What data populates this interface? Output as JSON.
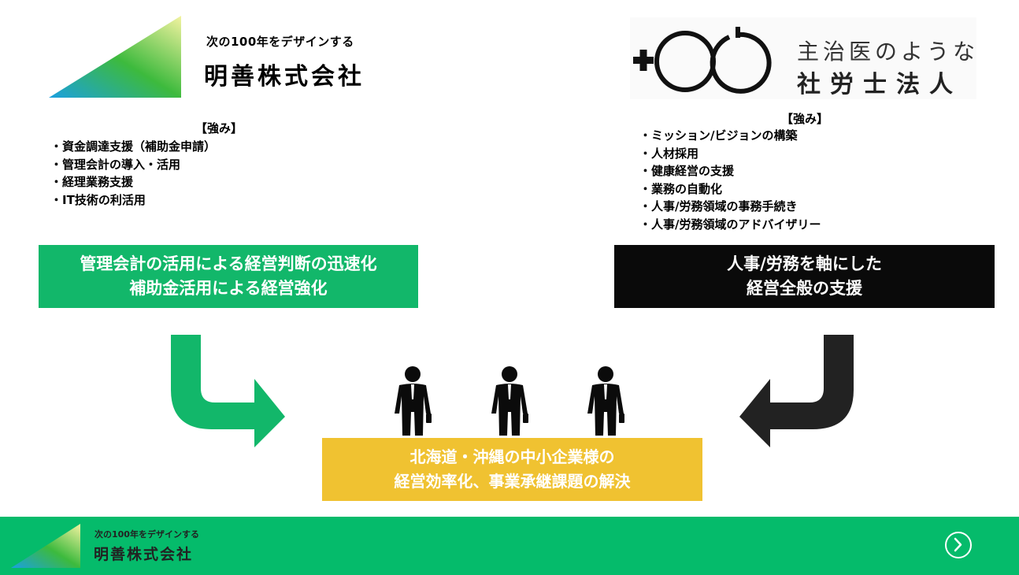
{
  "left_company": {
    "tagline": "次の100年をデザインする",
    "name": "明善株式会社"
  },
  "right_company": {
    "line1": "主治医のような",
    "line2": "社労士法人"
  },
  "left_strengths": {
    "heading": "【強み】",
    "items": [
      "資金調達支援（補助金申請）",
      "管理会計の導入・活用",
      "経理業務支援",
      "IT技術の利活用"
    ]
  },
  "right_strengths": {
    "heading": "【強み】",
    "items": [
      "ミッション/ビジョンの構築",
      "人材採用",
      "健康経営の支援",
      "業務の自動化",
      "人事/労務領域の事務手続き",
      "人事/労務領域のアドバイザリー"
    ]
  },
  "banners": {
    "left": [
      "管理会計の活用による経営判断の迅速化",
      "補助金活用による経営強化"
    ],
    "right": [
      "人事/労務を軸にした",
      "経営全般の支援"
    ],
    "center": [
      "北海道・沖縄の中小企業様の",
      "経営効率化、事業承継課題の解決"
    ]
  },
  "footer": {
    "tagline": "次の100年をデザインする",
    "name": "明善株式会社",
    "next_icon": "chevron-right-circle-icon"
  },
  "colors": {
    "green": "#12b76a",
    "footer_green": "#05bb6b",
    "black": "#0a0a0a",
    "yellow": "#f0c231",
    "arrow_dark": "#222222"
  }
}
